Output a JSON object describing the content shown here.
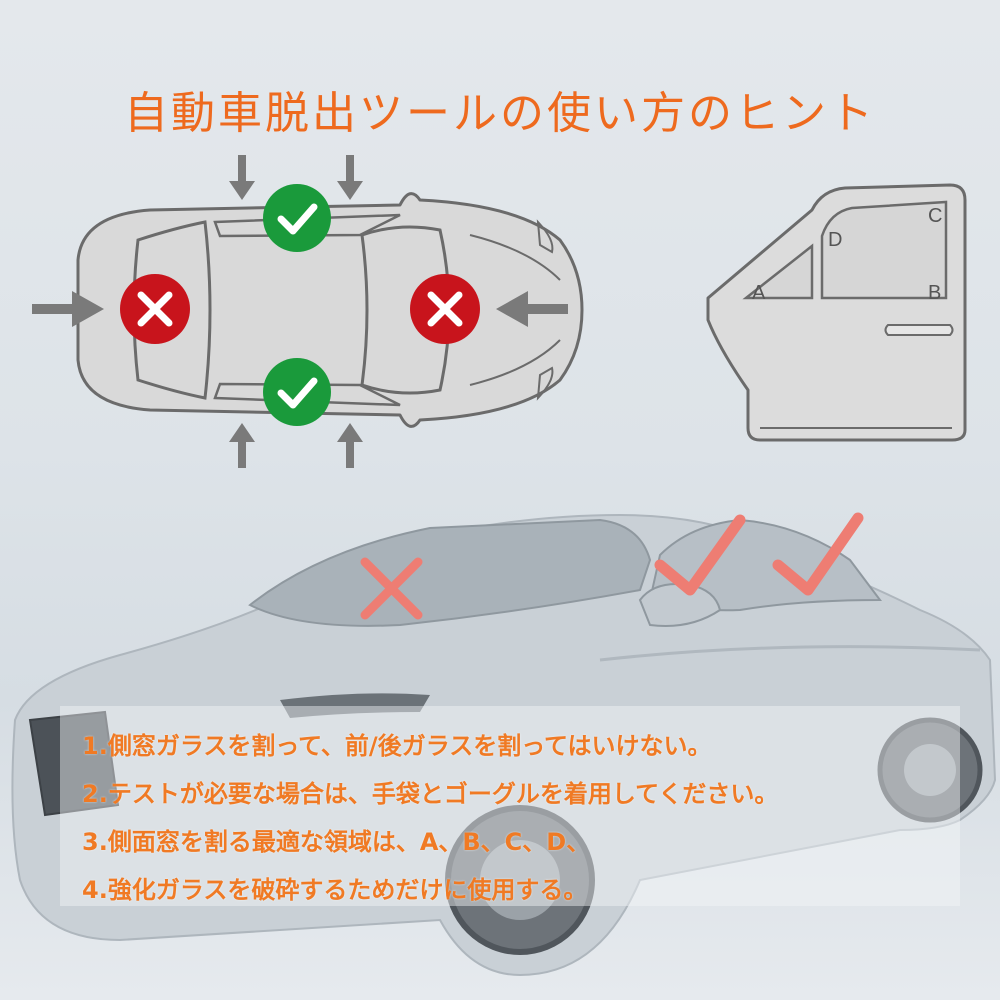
{
  "title": "自動車脱出ツールの使い方のヒント",
  "diagram": {
    "door_labels": {
      "a": "A",
      "b": "B",
      "c": "C",
      "d": "D"
    },
    "icons": {
      "ok": "green-check-icon",
      "ng": "red-cross-icon",
      "arrow": "gray-arrow-icon"
    },
    "colors": {
      "ok": "#1a9a3b",
      "ng": "#c8141c",
      "arrow": "#7a7a7a",
      "outline": "#6b6b6b",
      "photo_mark": "#ee7d73"
    }
  },
  "tips": [
    "1.側窓ガラスを割って、前/後ガラスを割ってはいけない。",
    "2.テストが必要な場合は、手袋とゴーグルを着用してください。",
    "3.側面窓を割る最適な領域は、A、B、C、D、",
    "4.強化ガラスを破砕するためだけに使用する。"
  ],
  "accent_color": "#ee6a1e"
}
